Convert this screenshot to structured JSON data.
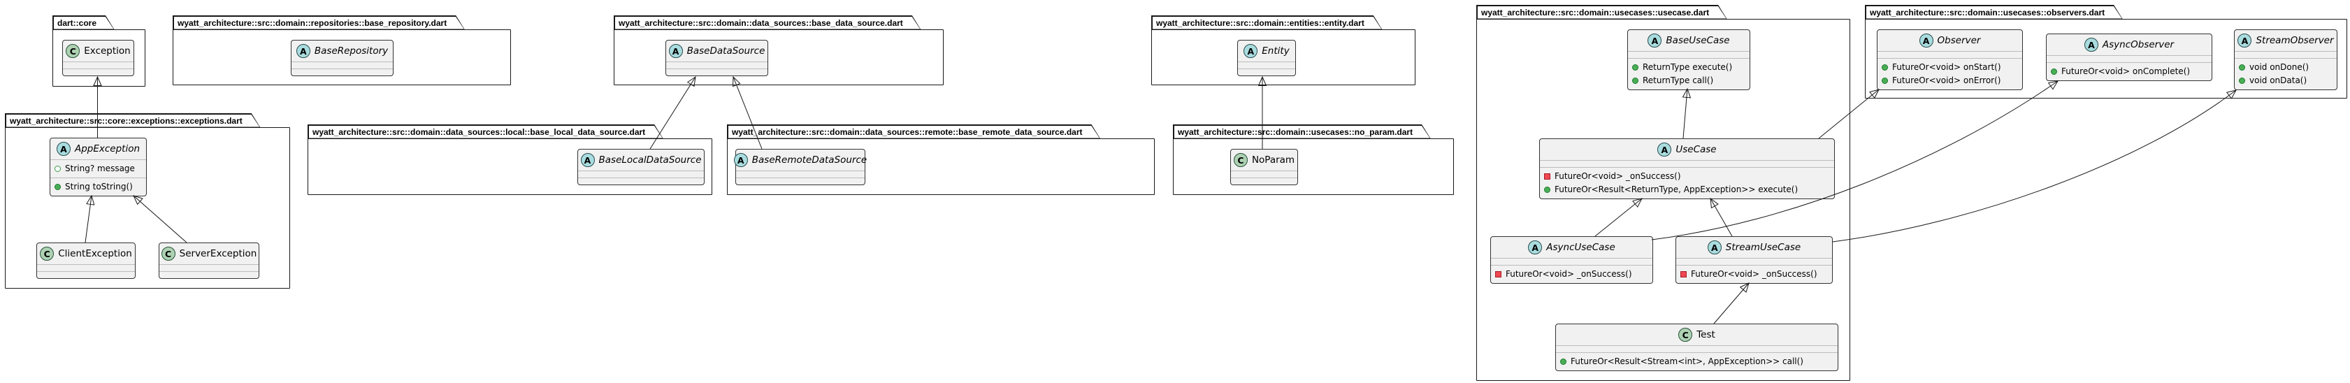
{
  "colors": {
    "class_fill": "#F1F1F1",
    "border": "#181818",
    "abstract_badge": "#A9DCDF",
    "concrete_badge": "#ADD1B2",
    "public_member": "#4AAE55",
    "private_member": "#EE4852"
  },
  "packages": [
    {
      "title": "dart::core",
      "classes": [
        {
          "letter": "C",
          "name": "Exception"
        }
      ]
    },
    {
      "title": "wyatt_architecture::src::domain::repositories::base_repository.dart",
      "classes": [
        {
          "letter": "A",
          "name": "BaseRepository"
        }
      ]
    },
    {
      "title": "wyatt_architecture::src::domain::data_sources::base_data_source.dart",
      "classes": [
        {
          "letter": "A",
          "name": "BaseDataSource"
        }
      ]
    },
    {
      "title": "wyatt_architecture::src::domain::entities::entity.dart",
      "classes": [
        {
          "letter": "A",
          "name": "Entity"
        }
      ]
    },
    {
      "title": "wyatt_architecture::src::domain::usecases::usecase.dart",
      "classes": [
        {
          "letter": "A",
          "name": "BaseUseCase",
          "methods": [
            {
              "visibility": "public",
              "text": "ReturnType execute()"
            },
            {
              "visibility": "public",
              "text": "ReturnType call()"
            }
          ]
        },
        {
          "letter": "A",
          "name": "UseCase",
          "methods": [
            {
              "visibility": "private",
              "text": "FutureOr<void> _onSuccess()"
            },
            {
              "visibility": "public",
              "text": "FutureOr<Result<ReturnType, AppException>> execute()"
            }
          ]
        },
        {
          "letter": "A",
          "name": "AsyncUseCase",
          "methods": [
            {
              "visibility": "private",
              "text": "FutureOr<void> _onSuccess()"
            }
          ]
        },
        {
          "letter": "A",
          "name": "StreamUseCase",
          "methods": [
            {
              "visibility": "private",
              "text": "FutureOr<void> _onSuccess()"
            }
          ]
        },
        {
          "letter": "C",
          "name": "Test",
          "methods": [
            {
              "visibility": "public",
              "text": "FutureOr<Result<Stream<int>, AppException>> call()"
            }
          ]
        }
      ]
    },
    {
      "title": "wyatt_architecture::src::domain::usecases::observers.dart",
      "classes": [
        {
          "letter": "A",
          "name": "Observer",
          "methods": [
            {
              "visibility": "public",
              "text": "FutureOr<void> onStart()"
            },
            {
              "visibility": "public",
              "text": "FutureOr<void> onError()"
            }
          ]
        },
        {
          "letter": "A",
          "name": "AsyncObserver",
          "methods": [
            {
              "visibility": "public",
              "text": "FutureOr<void> onComplete()"
            }
          ]
        },
        {
          "letter": "A",
          "name": "StreamObserver",
          "methods": [
            {
              "visibility": "public",
              "text": "void onDone()"
            },
            {
              "visibility": "public",
              "text": "void onData()"
            }
          ]
        }
      ]
    },
    {
      "title": "wyatt_architecture::src::core::exceptions::exceptions.dart",
      "classes": [
        {
          "letter": "A",
          "name": "AppException",
          "fields": [
            {
              "visibility": "field",
              "text": "String? message"
            }
          ],
          "methods": [
            {
              "visibility": "public",
              "text": "String toString()"
            }
          ]
        },
        {
          "letter": "C",
          "name": "ClientException"
        },
        {
          "letter": "C",
          "name": "ServerException"
        }
      ]
    },
    {
      "title": "wyatt_architecture::src::domain::data_sources::local::base_local_data_source.dart",
      "classes": [
        {
          "letter": "A",
          "name": "BaseLocalDataSource"
        }
      ]
    },
    {
      "title": "wyatt_architecture::src::domain::data_sources::remote::base_remote_data_source.dart",
      "classes": [
        {
          "letter": "A",
          "name": "BaseRemoteDataSource"
        }
      ]
    },
    {
      "title": "wyatt_architecture::src::domain::usecases::no_param.dart",
      "classes": [
        {
          "letter": "C",
          "name": "NoParam"
        }
      ]
    }
  ],
  "relationships": [
    {
      "child": "AppException",
      "parent": "Exception",
      "type": "extends"
    },
    {
      "child": "ClientException",
      "parent": "AppException",
      "type": "extends"
    },
    {
      "child": "ServerException",
      "parent": "AppException",
      "type": "extends"
    },
    {
      "child": "BaseLocalDataSource",
      "parent": "BaseDataSource",
      "type": "extends"
    },
    {
      "child": "BaseRemoteDataSource",
      "parent": "BaseDataSource",
      "type": "extends"
    },
    {
      "child": "NoParam",
      "parent": "Entity",
      "type": "extends"
    },
    {
      "child": "UseCase",
      "parent": "BaseUseCase",
      "type": "extends"
    },
    {
      "child": "AsyncUseCase",
      "parent": "UseCase",
      "type": "extends"
    },
    {
      "child": "StreamUseCase",
      "parent": "UseCase",
      "type": "extends"
    },
    {
      "child": "Test",
      "parent": "StreamUseCase",
      "type": "extends"
    },
    {
      "child": "UseCase",
      "parent": "Observer",
      "type": "implements"
    },
    {
      "child": "AsyncUseCase",
      "parent": "AsyncObserver",
      "type": "implements"
    },
    {
      "child": "StreamUseCase",
      "parent": "StreamObserver",
      "type": "implements"
    }
  ]
}
